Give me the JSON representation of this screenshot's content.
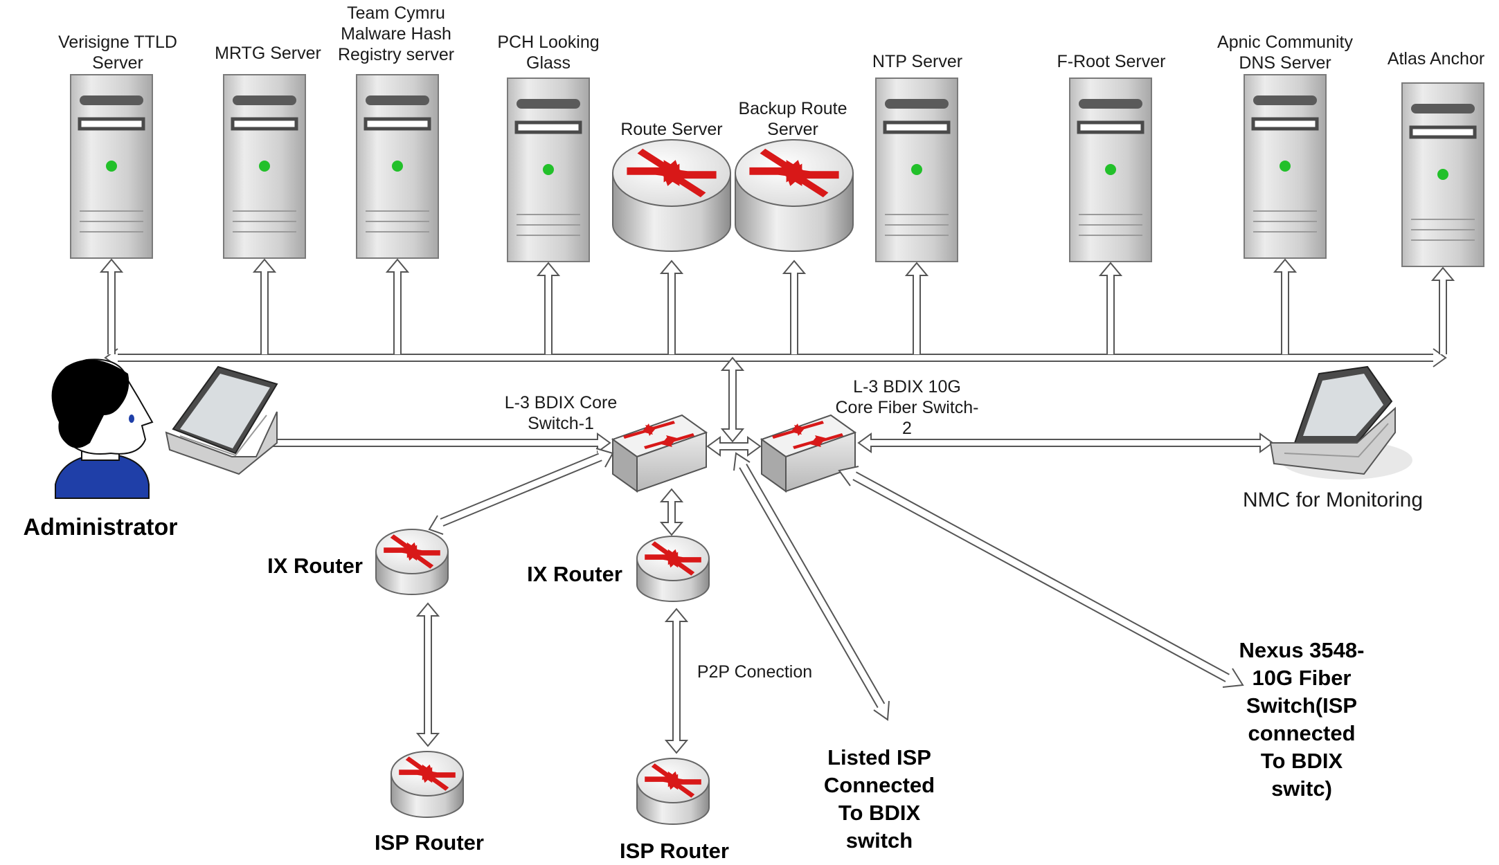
{
  "diagram": {
    "servers": [
      {
        "id": "verisign",
        "lines": [
          "Verisigne TTLD",
          "Server"
        ]
      },
      {
        "id": "mrtg",
        "lines": [
          "MRTG Server"
        ]
      },
      {
        "id": "cymru",
        "lines": [
          "Team Cymru",
          "Malware Hash",
          "Registry server"
        ]
      },
      {
        "id": "pch",
        "lines": [
          "PCH Looking",
          "Glass"
        ]
      },
      {
        "id": "ntp",
        "lines": [
          "NTP Server"
        ]
      },
      {
        "id": "froot",
        "lines": [
          "F-Root Server"
        ]
      },
      {
        "id": "apnic",
        "lines": [
          "Apnic Community",
          "DNS Server"
        ]
      },
      {
        "id": "atlas",
        "lines": [
          "Atlas Anchor"
        ]
      }
    ],
    "route_servers": [
      {
        "id": "route-server",
        "lines": [
          "Route Server"
        ]
      },
      {
        "id": "backup-route-server",
        "lines": [
          "Backup Route",
          "Server"
        ]
      }
    ],
    "switches": [
      {
        "id": "core-switch-1",
        "lines": [
          "L-3 BDIX Core",
          "Switch-1"
        ]
      },
      {
        "id": "core-switch-2",
        "lines": [
          "L-3 BDIX 10G",
          "Core Fiber Switch-",
          "2"
        ]
      }
    ],
    "administrator": {
      "label": "Administrator"
    },
    "nmc": {
      "label": "NMC for Monitoring"
    },
    "ix_routers": [
      {
        "id": "ix-router-1",
        "label": "IX Router"
      },
      {
        "id": "ix-router-2",
        "label": "IX Router"
      }
    ],
    "isp_routers": [
      {
        "id": "isp-router-1",
        "label": "ISP Router"
      },
      {
        "id": "isp-router-2",
        "label": "ISP Router"
      }
    ],
    "p2p_label": "P2P Conection",
    "listed_isp": {
      "lines": [
        "Listed ISP",
        "Connected",
        "To BDIX",
        "switch"
      ]
    },
    "nexus": {
      "lines": [
        "Nexus 3548-",
        "10G Fiber",
        "Switch(ISP",
        "connected",
        "To BDIX",
        "switc)"
      ]
    },
    "colors": {
      "server_body": "#d6d6d6",
      "server_edge": "#7a7a7a",
      "led": "#22c02a",
      "router_arrow": "#d81818",
      "connector": "#555555",
      "admin_shirt": "#1f3fa8"
    }
  }
}
